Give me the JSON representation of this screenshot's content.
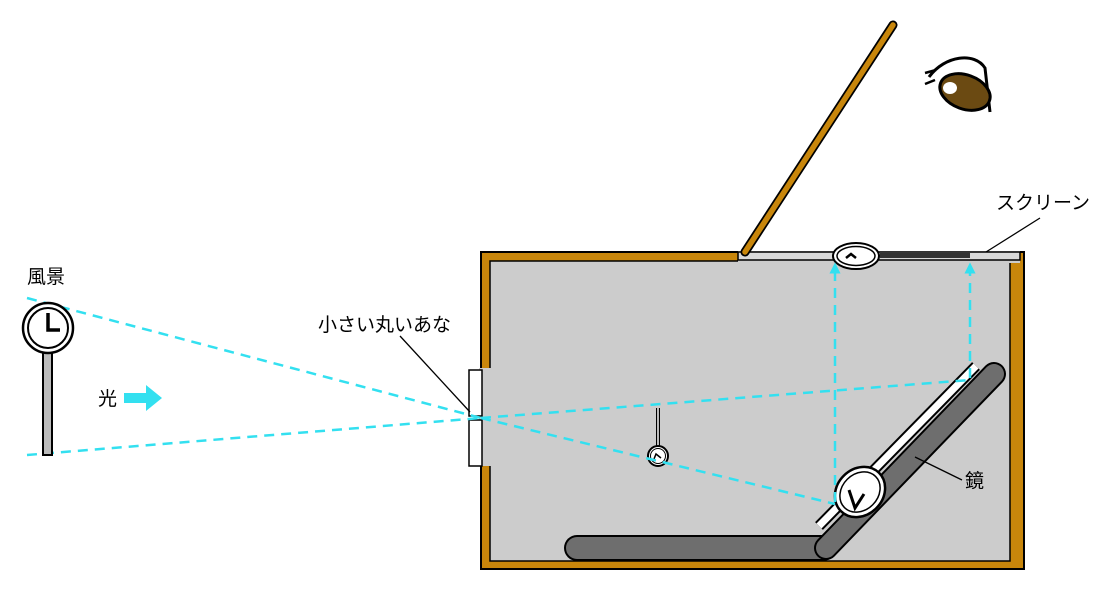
{
  "labels": {
    "scenery": "風景",
    "light": "光",
    "pinhole": "小さい丸いあな",
    "screen": "スクリーン",
    "mirror": "鏡"
  },
  "colors": {
    "wood": "#C8860B",
    "box_interior": "#CCCCCC",
    "light_ray": "#33E0F0",
    "mirror_backing": "#6E6E6E",
    "screen": "#D9D9D9",
    "eye_iris": "#6B4A12",
    "outline": "#000000",
    "background": "#FFFFFF"
  },
  "icons": {
    "scenery": "clock-on-pole-icon",
    "light": "arrow-right-icon",
    "viewer": "eye-icon"
  }
}
